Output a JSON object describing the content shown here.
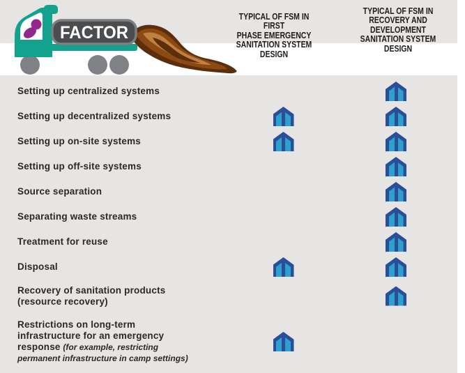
{
  "header": {
    "factor_label": "FACTOR",
    "col1_title": "TYPICAL OF FSM IN FIRST\nPHASE EMERGENCY\nSANITATION SYSTEM\nDESIGN",
    "col2_title": "TYPICAL OF FSM IN\nRECOVERY AND\nDEVELOPMENT\nSANITATION SYSTEM\nDESIGN"
  },
  "colors": {
    "background_gray": "#e6e5e3",
    "band_white": "#ffffff",
    "arrow_dark_blue": "#2a4e9a",
    "arrow_light_blue": "#2da0ce",
    "truck_teal": "#13a28d",
    "driver_purple": "#92278f",
    "badge_fill_gray": "#4b4c4e",
    "badge_border_gray": "#7d7e81",
    "wheel_gray": "#808184",
    "sludge_dark_brown": "#5b2e0c",
    "sludge_mid_brown": "#8a4a12",
    "sludge_light_brown": "#c08040",
    "text_dark": "#2a2927"
  },
  "rows": [
    {
      "label": "Setting up centralized systems",
      "first_phase": false,
      "recovery": true
    },
    {
      "label": "Setting up decentralized systems",
      "first_phase": true,
      "recovery": true
    },
    {
      "label": "Setting up on-site systems",
      "first_phase": true,
      "recovery": true
    },
    {
      "label": "Setting up off-site systems",
      "first_phase": false,
      "recovery": true
    },
    {
      "label": "Source separation",
      "first_phase": false,
      "recovery": true
    },
    {
      "label": "Separating waste streams",
      "first_phase": false,
      "recovery": true
    },
    {
      "label": "Treatment for reuse",
      "first_phase": false,
      "recovery": true
    },
    {
      "label": "Disposal",
      "first_phase": true,
      "recovery": true
    },
    {
      "label": "Recovery of sanitation products (resource recovery)",
      "first_phase": false,
      "recovery": true
    },
    {
      "label": "Restrictions on long-term infrastructure for an emergency response",
      "note": "(for example, restricting permanent infrastructure in camp settings)",
      "first_phase": true,
      "recovery": false
    }
  ]
}
